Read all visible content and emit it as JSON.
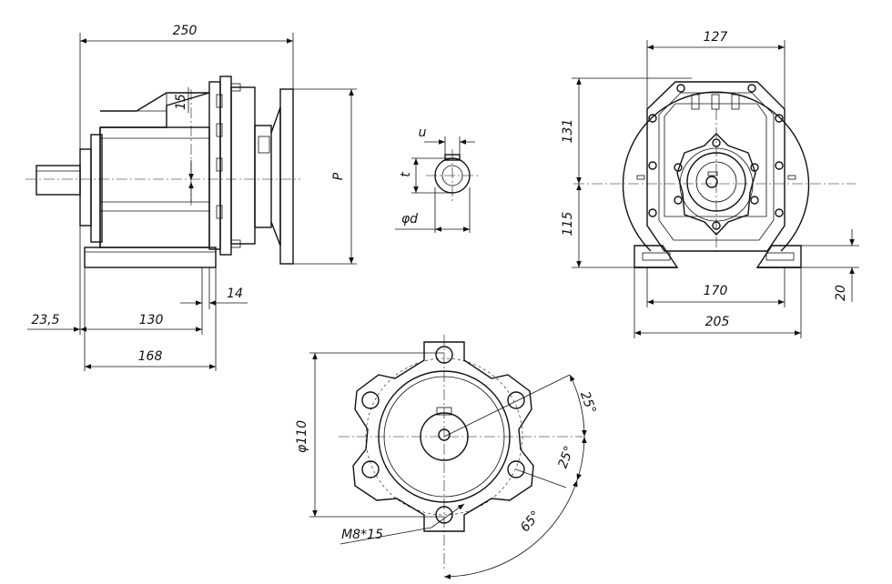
{
  "side_view": {
    "dim_overall_length": "250",
    "dim_15": "15",
    "dim_flange": "P",
    "dim_23_5": "23,5",
    "dim_130": "130",
    "dim_168": "168",
    "dim_14": "14"
  },
  "shaft_section": {
    "dim_key_width": "u",
    "dim_key_depth": "t",
    "dim_diameter": "φd"
  },
  "end_view": {
    "dim_127": "127",
    "dim_131": "131",
    "dim_115": "115",
    "dim_170": "170",
    "dim_205": "205",
    "dim_20": "20"
  },
  "flange_view": {
    "dim_diameter": "φ110",
    "dim_thread": "M8*15",
    "angle_top": "25°",
    "angle_mid": "25°",
    "angle_bottom": "65°"
  }
}
